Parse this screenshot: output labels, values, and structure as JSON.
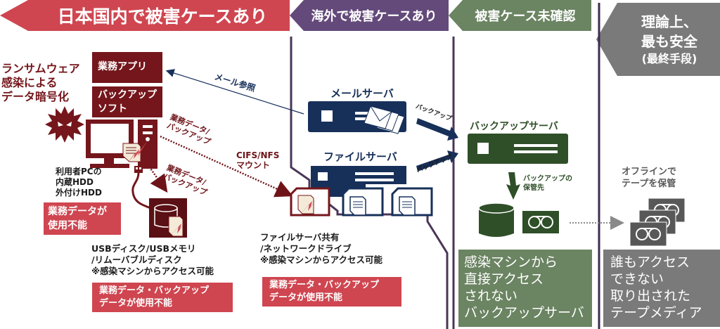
{
  "headers": {
    "domestic": "日本国内で被害ケースあり",
    "overseas": "海外で被害ケースあり",
    "unconfirmed": "被害ケース未確認",
    "safest_line1": "理論上、",
    "safest_line2": "最も安全",
    "safest_line3": "(最終手段)"
  },
  "colors": {
    "domestic": "#cf4650",
    "overseas": "#644a7a",
    "unconfirmed": "#6b8462",
    "safest": "#7a7a7a",
    "dark_red": "#74161b",
    "navy": "#17305a",
    "dark_green": "#2f4f28",
    "tape_gray": "#585858"
  },
  "left": {
    "ransomware_line1": "ランサムウェア",
    "ransomware_line2": "感染による",
    "ransomware_line3": "データ暗号化",
    "app_box": "業務アプリ",
    "backup_soft_line1": "バックアップ",
    "backup_soft_line2": "ソフト",
    "pc_label_line1": "利用者PCの",
    "pc_label_line2": "内蔵HDD",
    "pc_label_line3": "外付けHDD",
    "pc_alert_line1": "業務データが",
    "pc_alert_line2": "使用不能",
    "arrow_business_backup_1a": "業務データ/",
    "arrow_business_backup_1b": "バックアップ",
    "arrow_business_backup_2a": "業務データ/",
    "arrow_business_backup_2b": "バックアップ",
    "cifs_line1": "CIFS/NFS",
    "cifs_line2": "マウント",
    "mail_ref": "メール参照",
    "usb_label_line1": "USBディスク/USBメモリ",
    "usb_label_line2": "/リムーバブルディスク",
    "usb_label_line3": "※感染マシンからアクセス可能",
    "usb_alert_line1": "業務データ・バックアップ",
    "usb_alert_line2": "データが使用不能"
  },
  "middle": {
    "mail_server": "メールサーバ",
    "file_server": "ファイルサーバ",
    "backup_arrow_1": "バックアップ",
    "backup_arrow_2": "バックアップ",
    "share_label_line1": "ファイルサーバ共有",
    "share_label_line2": "/ネットワークドライブ",
    "share_label_line3": "※感染マシンからアクセス可能",
    "share_alert_line1": "業務データ・バックアップ",
    "share_alert_line2": "データが使用不能"
  },
  "right": {
    "backup_server": "バックアップサーバ",
    "storage_line1": "バックアップの",
    "storage_line2": "保管先",
    "green_box_lines": [
      "感染マシンから",
      "直接アクセス",
      "されない",
      "バックアップサーバ"
    ],
    "offline_line1": "オフラインで",
    "offline_line2": "テープを保管",
    "gray_box_lines": [
      "誰もアクセス",
      "できない",
      "取り出された",
      "テープメディア"
    ]
  }
}
